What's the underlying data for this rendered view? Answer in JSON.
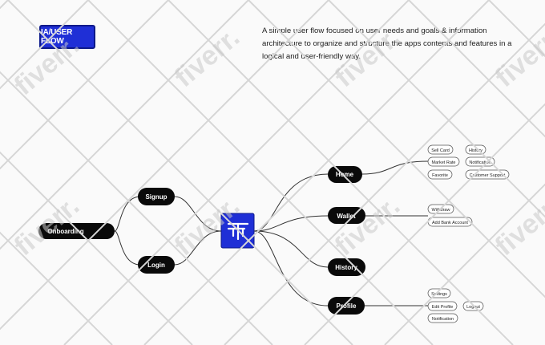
{
  "header": {
    "title": "IA/USER FLOW",
    "description": "A simple user flow focused on user needs and goals & information architecture to organize and structure the apps contents and features in a logical and user-friendly way."
  },
  "watermark": {
    "text": "fiverr."
  },
  "colors": {
    "accent": "#1f2fd6",
    "node": "#0a0a0a",
    "line": "#333333"
  },
  "flow": {
    "onboarding": "Onboarding",
    "signup": "Signup",
    "login": "Login",
    "sections": [
      {
        "label": "Home",
        "items": [
          "Sell Card",
          "History",
          "Market Rate",
          "Notification",
          "Favorite",
          "Customer Support"
        ]
      },
      {
        "label": "Wallet",
        "items": [
          "Withdraw",
          "Add Bank Account"
        ]
      },
      {
        "label": "History",
        "items": []
      },
      {
        "label": "Profile",
        "items": [
          "Settings",
          "Edit Profile",
          "Logout",
          "Notification"
        ]
      }
    ]
  }
}
